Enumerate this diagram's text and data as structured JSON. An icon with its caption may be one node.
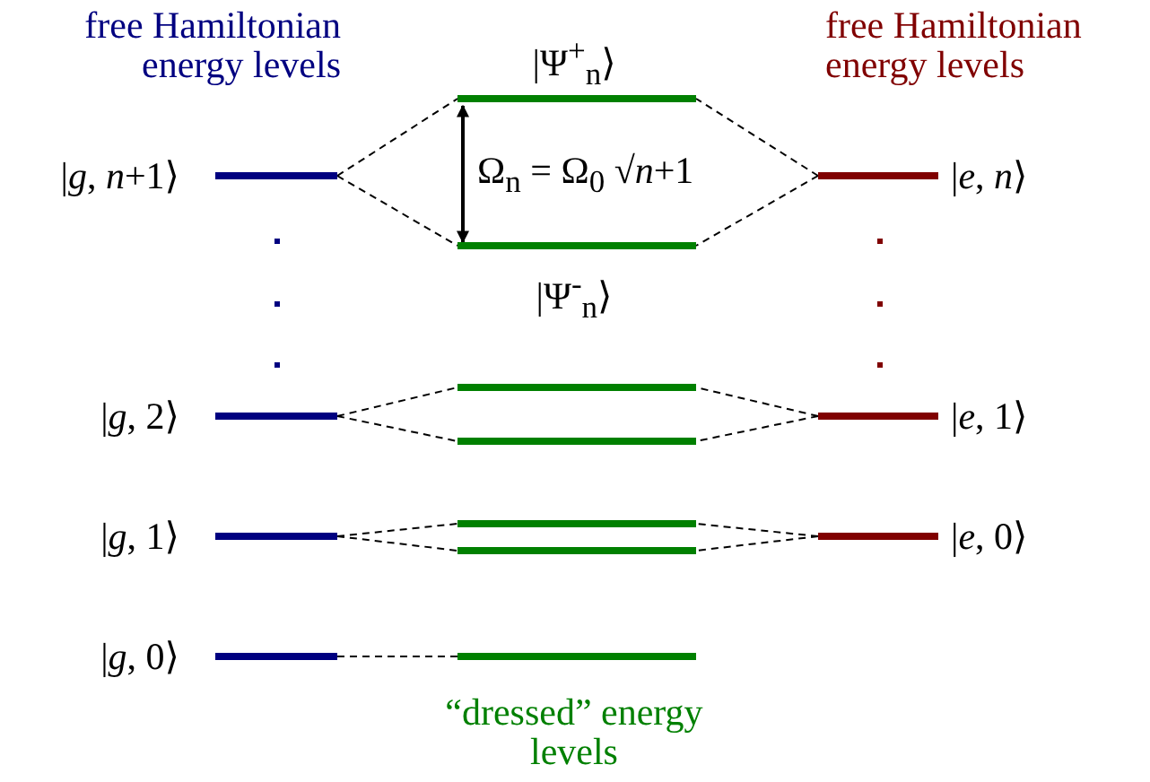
{
  "diagram": {
    "nodes": [
      {
        "text": [],
        "shape": "bar",
        "beside": [
          "|Ψ$^{+}$$_{n}$⟩"
        ]
      },
      {
        "text": [],
        "shape": "bar",
        "beside": [
          "|*g*, *n*+1⟩"
        ]
      },
      {
        "text": [],
        "shape": "bar",
        "beside": [
          "|*e*, *n*⟩"
        ]
      },
      {
        "text": [],
        "shape": "bar",
        "beside": [
          "|Ψ$^{-}$$_{n}$⟩"
        ]
      },
      {
        "text": [],
        "shape": "bar"
      },
      {
        "text": [],
        "shape": "bar",
        "beside": [
          "|*g*, 2⟩"
        ]
      },
      {
        "text": [],
        "shape": "bar",
        "beside": [
          "|*e*, 1⟩"
        ]
      },
      {
        "text": [],
        "shape": "bar"
      },
      {
        "text": [],
        "shape": "bar"
      },
      {
        "text": [],
        "shape": "bar",
        "beside": [
          "|*g*, 1⟩"
        ]
      },
      {
        "text": [],
        "shape": "bar",
        "beside": [
          "|*e*, 0⟩"
        ]
      },
      {
        "text": [],
        "shape": "bar"
      },
      {
        "text": [],
        "shape": "bar",
        "beside": [
          "|*g*, 0⟩"
        ]
      },
      {
        "text": [],
        "shape": "bar"
      }
    ],
    "edges": [
      {
        "from": 0,
        "to": 3,
        "arrow": "both",
        "label": "Ω$_{n}$ = Ω$_{0}$ √*n*+1"
      },
      {
        "from": 1,
        "to": 0,
        "arrow": "none",
        "style": "dashed"
      },
      {
        "from": 1,
        "to": 3,
        "arrow": "none",
        "style": "dashed"
      },
      {
        "from": 2,
        "to": 0,
        "arrow": "none",
        "style": "dashed"
      },
      {
        "from": 2,
        "to": 3,
        "arrow": "none",
        "style": "dashed"
      },
      {
        "from": 5,
        "to": 4,
        "arrow": "none",
        "style": "dashed"
      },
      {
        "from": 5,
        "to": 7,
        "arrow": "none",
        "style": "dashed"
      },
      {
        "from": 6,
        "to": 4,
        "arrow": "none",
        "style": "dashed"
      },
      {
        "from": 6,
        "to": 7,
        "arrow": "none",
        "style": "dashed"
      },
      {
        "from": 9,
        "to": 8,
        "arrow": "none",
        "style": "dashed"
      },
      {
        "from": 9,
        "to": 11,
        "arrow": "none",
        "style": "dashed"
      },
      {
        "from": 10,
        "to": 8,
        "arrow": "none",
        "style": "dashed"
      },
      {
        "from": 10,
        "to": 11,
        "arrow": "none",
        "style": "dashed"
      },
      {
        "from": 12,
        "to": 13,
        "arrow": "none",
        "style": "dashed"
      }
    ],
    "labels": [
      "free Hamiltonian energy levels",
      "free Hamiltonian energy levels",
      "“dressed” energy levels"
    ]
  }
}
